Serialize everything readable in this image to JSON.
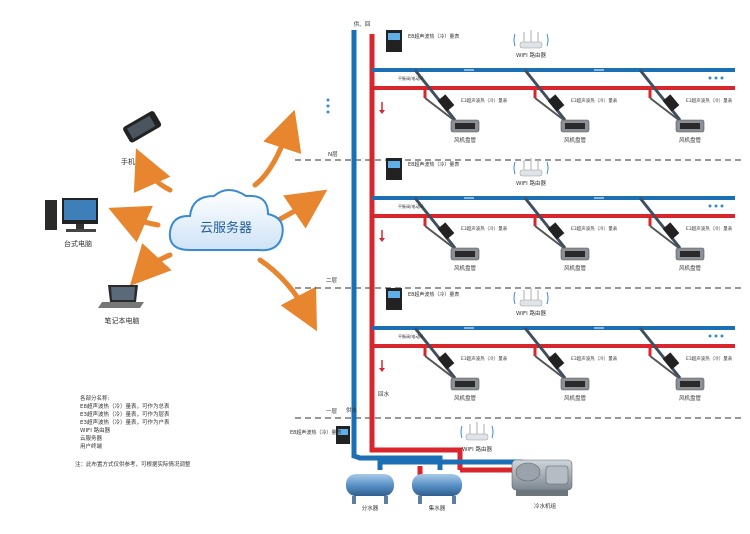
{
  "cloud": {
    "label": "云服务器"
  },
  "clients": {
    "phone": "手机",
    "desktop": "台式电脑",
    "laptop": "笔记本电脑"
  },
  "legend": {
    "lines": [
      "各部分名称:",
      "E8超声波热（冷）量表，可作为总表",
      "E3超声波热（冷）量表，可作为层表",
      "E3超声波热（冷）量表，可作为户表",
      "WIFI 路由器",
      "云服务器",
      "用户终端"
    ],
    "note": "注：此布置方式仅供参考，可根据实际情况调整"
  },
  "pipes": {
    "top_label": "供、回",
    "supply_label": "供水",
    "return_label": "回水"
  },
  "floors": {
    "labels": [
      "N层",
      "二层",
      "一层"
    ],
    "meter_label": "E8超声波热（冷）量表",
    "meter_small": "E3超声波热（冷）量表",
    "router_label": "WIFI 路由器",
    "fan_coil_label": "风机盘管",
    "valve_label": "平衡阀/电动阀"
  },
  "plant": {
    "meter_label": "E8超声波热（冷）量表",
    "router_label": "WIFI 路由器",
    "distributor_label": "分水器",
    "collector_label": "集水器",
    "chiller_label": "冷水机组"
  },
  "colors": {
    "supply": "#1a6fb5",
    "return": "#d9262c",
    "arrow": "#e8852f",
    "cloud": "#3a8ad0",
    "tank": "#5b93c8"
  }
}
